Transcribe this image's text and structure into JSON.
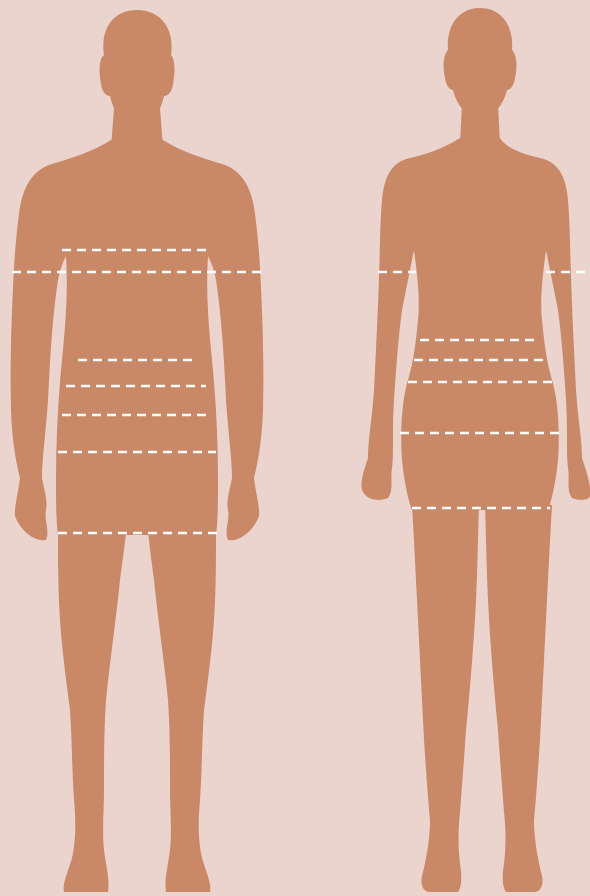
{
  "colors": {
    "background": "#ebd3ce",
    "skin": "#c98866",
    "measurement_line": "#ffffff"
  },
  "figures": [
    {
      "id": "male",
      "measurement_lines": [
        "chest",
        "upper-arm",
        "waist",
        "belly",
        "high-hip",
        "hip",
        "thigh"
      ]
    },
    {
      "id": "female",
      "measurement_lines": [
        "upper-arm",
        "waist",
        "high-hip",
        "low-waist",
        "hip",
        "thigh"
      ]
    }
  ]
}
